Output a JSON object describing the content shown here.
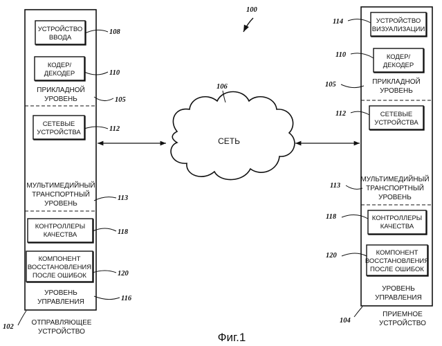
{
  "figure": {
    "number": "100",
    "caption": "Фиг.1"
  },
  "network": {
    "label": "СЕТЬ",
    "ref": "106"
  },
  "sender": {
    "ref": "102",
    "label_lines": [
      "ОТПРАВЛЯЮЩЕЕ",
      "УСТРОЙСТВО"
    ],
    "application_layer": {
      "lines": [
        "ПРИКЛАДНОЙ",
        "УРОВЕНЬ"
      ],
      "ref": "105"
    },
    "transport_layer": {
      "lines": [
        "МУЛЬТИМЕДИЙНЫЙ",
        "ТРАНСПОРТНЫЙ",
        "УРОВЕНЬ"
      ],
      "ref": "113"
    },
    "control_layer": {
      "lines": [
        "УРОВЕНЬ",
        "УПРАВЛЕНИЯ"
      ],
      "ref": "116"
    },
    "boxes": {
      "input_device": {
        "lines": [
          "УСТРОЙСТВО",
          "ВВОДА"
        ],
        "ref": "108"
      },
      "codec": {
        "lines": [
          "КОДЕР/",
          "ДЕКОДЕР"
        ],
        "ref": "110"
      },
      "network_devices": {
        "lines": [
          "СЕТЕВЫЕ",
          "УСТРОЙСТВА"
        ],
        "ref": "112"
      },
      "quality_controllers": {
        "lines": [
          "КОНТРОЛЛЕРЫ",
          "КАЧЕСТВА"
        ],
        "ref": "118"
      },
      "error_recovery": {
        "lines": [
          "КОМПОНЕНТ",
          "ВОССТАНОВЛЕНИЯ",
          "ПОСЛЕ ОШИБОК"
        ],
        "ref": "120"
      }
    }
  },
  "receiver": {
    "ref": "104",
    "label_lines": [
      "ПРИЕМНОЕ",
      "УСТРОЙСТВО"
    ],
    "application_layer": {
      "lines": [
        "ПРИКЛАДНОЙ",
        "УРОВЕНЬ"
      ],
      "ref": "105"
    },
    "transport_layer": {
      "lines": [
        "МУЛЬТИМЕДИЙНЫЙ",
        "ТРАНСПОРТНЫЙ",
        "УРОВЕНЬ"
      ],
      "ref": "113"
    },
    "control_layer": {
      "lines": [
        "УРОВЕНЬ",
        "УПРАВЛЕНИЯ"
      ]
    },
    "boxes": {
      "display_device": {
        "lines": [
          "УСТРОЙСТВО",
          "ВИЗУАЛИЗАЦИИ"
        ],
        "ref": "114"
      },
      "codec": {
        "lines": [
          "КОДЕР/",
          "ДЕКОДЕР"
        ],
        "ref": "110"
      },
      "network_devices": {
        "lines": [
          "СЕТЕВЫЕ",
          "УСТРОЙСТВА"
        ],
        "ref": "112"
      },
      "quality_controllers": {
        "lines": [
          "КОНТРОЛЛЕРЫ",
          "КАЧЕСТВА"
        ],
        "ref": "118"
      },
      "error_recovery": {
        "lines": [
          "КОМПОНЕНТ",
          "ВОССТАНОВЛЕНИЯ",
          "ПОСЛЕ ОШИБОК"
        ],
        "ref": "120"
      }
    }
  }
}
